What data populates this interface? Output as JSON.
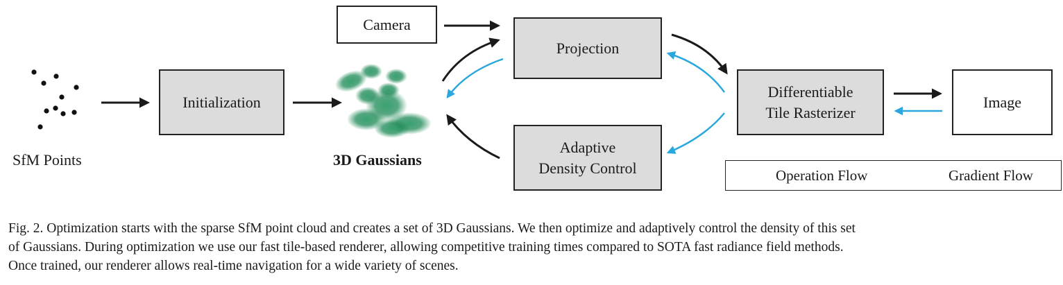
{
  "nodes": {
    "sfm_points": "SfM Points",
    "initialization": "Initialization",
    "gaussians": "3D Gaussians",
    "camera": "Camera",
    "projection": "Projection",
    "adc_line1": "Adaptive",
    "adc_line2": "Density Control",
    "rasterizer_line1": "Differentiable",
    "rasterizer_line2": "Tile Rasterizer",
    "image": "Image"
  },
  "legend": {
    "operation": "Operation Flow",
    "gradient": "Gradient Flow"
  },
  "colors": {
    "operation": "#1a1a1a",
    "gradient": "#2aa7dc",
    "box_fill": "#dcdcdc",
    "gaussian_green": "#1e8a57"
  },
  "caption": {
    "line1": "Fig. 2.  Optimization starts with the sparse SfM point cloud and creates a set of 3D Gaussians. We then optimize and adaptively control the density of this set",
    "line2": "of Gaussians. During optimization we use our fast tile-based renderer, allowing competitive training times compared to SOTA fast radiance field methods.",
    "line3": "Once trained, our renderer allows real-time navigation for a wide variety of scenes."
  }
}
